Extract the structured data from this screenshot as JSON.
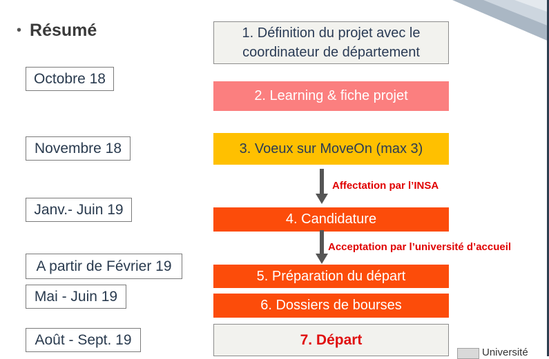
{
  "title": {
    "bullet": "•",
    "text": "Résumé"
  },
  "dates": [
    "Octobre 18",
    "Novembre 18",
    "Janv.- Juin 19",
    "A partir de Février 19",
    "Mai - Juin 19",
    "Août - Sept. 19"
  ],
  "steps": [
    "1. Définition du projet avec le coordinateur de département",
    "2. Learning & fiche projet",
    "3. Voeux sur MoveOn (max 3)",
    "4. Candidature",
    "5. Préparation du départ",
    "6. Dossiers de bourses",
    "7. Départ"
  ],
  "arrows": [
    "Affectation par l’INSA",
    "Acceptation par l’université d’accueil"
  ],
  "footer": {
    "logo_icon": "university-logo-icon",
    "text": "Université"
  },
  "colors": {
    "step_light": "#f2f2ee",
    "step_pink": "#fb7f7f",
    "step_yellow": "#ffc000",
    "step_orange": "#fc4c0a",
    "note_red": "#e00000",
    "depart_red": "#e01010"
  }
}
